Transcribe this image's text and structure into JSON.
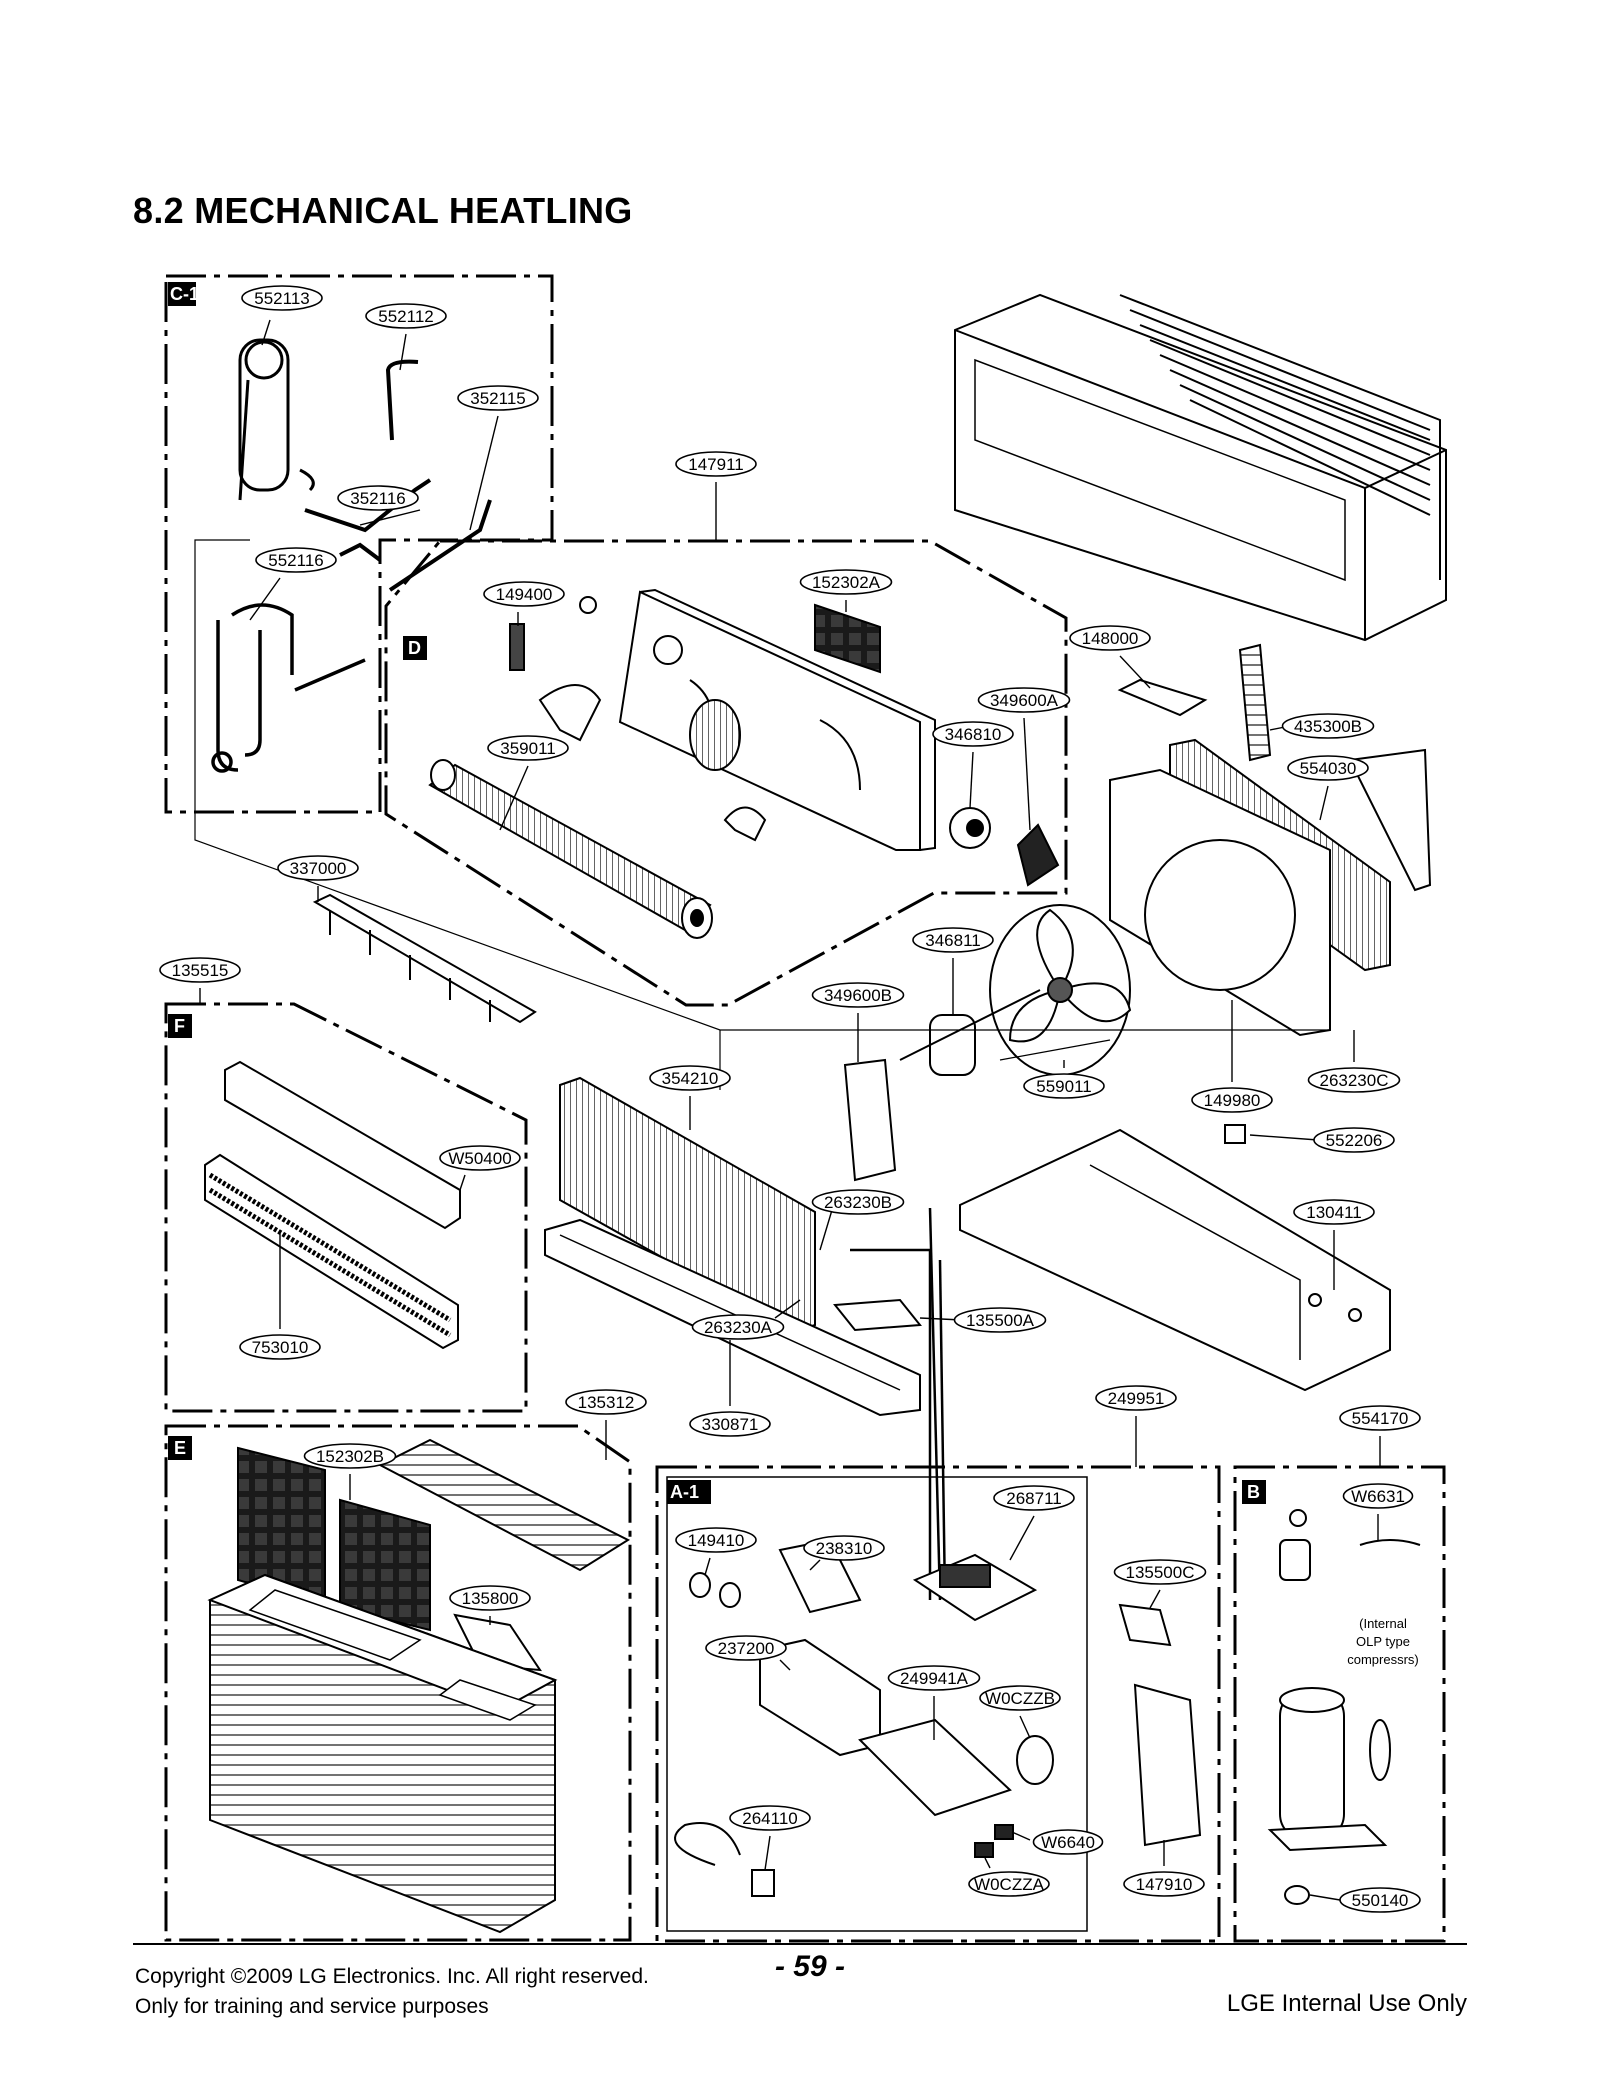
{
  "title": "8.2 MECHANICAL HEATLING",
  "sections": [
    "C-1",
    "D",
    "F",
    "E",
    "A-1",
    "B"
  ],
  "parts": {
    "p552113": "552113",
    "p552112": "552112",
    "p352115": "352115",
    "p352116": "352116",
    "p552116": "552116",
    "p147911": "147911",
    "p149400": "149400",
    "p152302A": "152302A",
    "p349600A": "349600A",
    "p346810": "346810",
    "p359011": "359011",
    "p148000": "148000",
    "p435300B": "435300B",
    "p554030": "554030",
    "p337000": "337000",
    "p135515": "135515",
    "p346811": "346811",
    "p349600B": "349600B",
    "p559011": "559011",
    "p149980": "149980",
    "p263230C": "263230C",
    "p354210": "354210",
    "p552206": "552206",
    "pW50400": "W50400",
    "p263230B": "263230B",
    "p130411": "130411",
    "p753010": "753010",
    "p263230A": "263230A",
    "p135500A": "135500A",
    "p135312": "135312",
    "p330871": "330871",
    "p249951": "249951",
    "p554170": "554170",
    "p152302B": "152302B",
    "p268711": "268711",
    "p238310": "238310",
    "pW6631": "W6631",
    "p149410": "149410",
    "p135500C": "135500C",
    "p135800": "135800",
    "p237200": "237200",
    "p249941A": "249941A",
    "pW0CZZB": "W0CZZB",
    "p264110": "264110",
    "pW6640": "W6640",
    "pW0CZZA": "W0CZZA",
    "p147910": "147910",
    "p550140": "550140"
  },
  "olp_note": [
    "(Internal",
    "OLP type",
    "compressrs)"
  ],
  "footer": {
    "copyright": "Copyright ©2009 LG Electronics. Inc. All right reserved.",
    "training": "Only for training and service purposes",
    "page": "- 59 -",
    "internal": "LGE Internal Use Only"
  }
}
